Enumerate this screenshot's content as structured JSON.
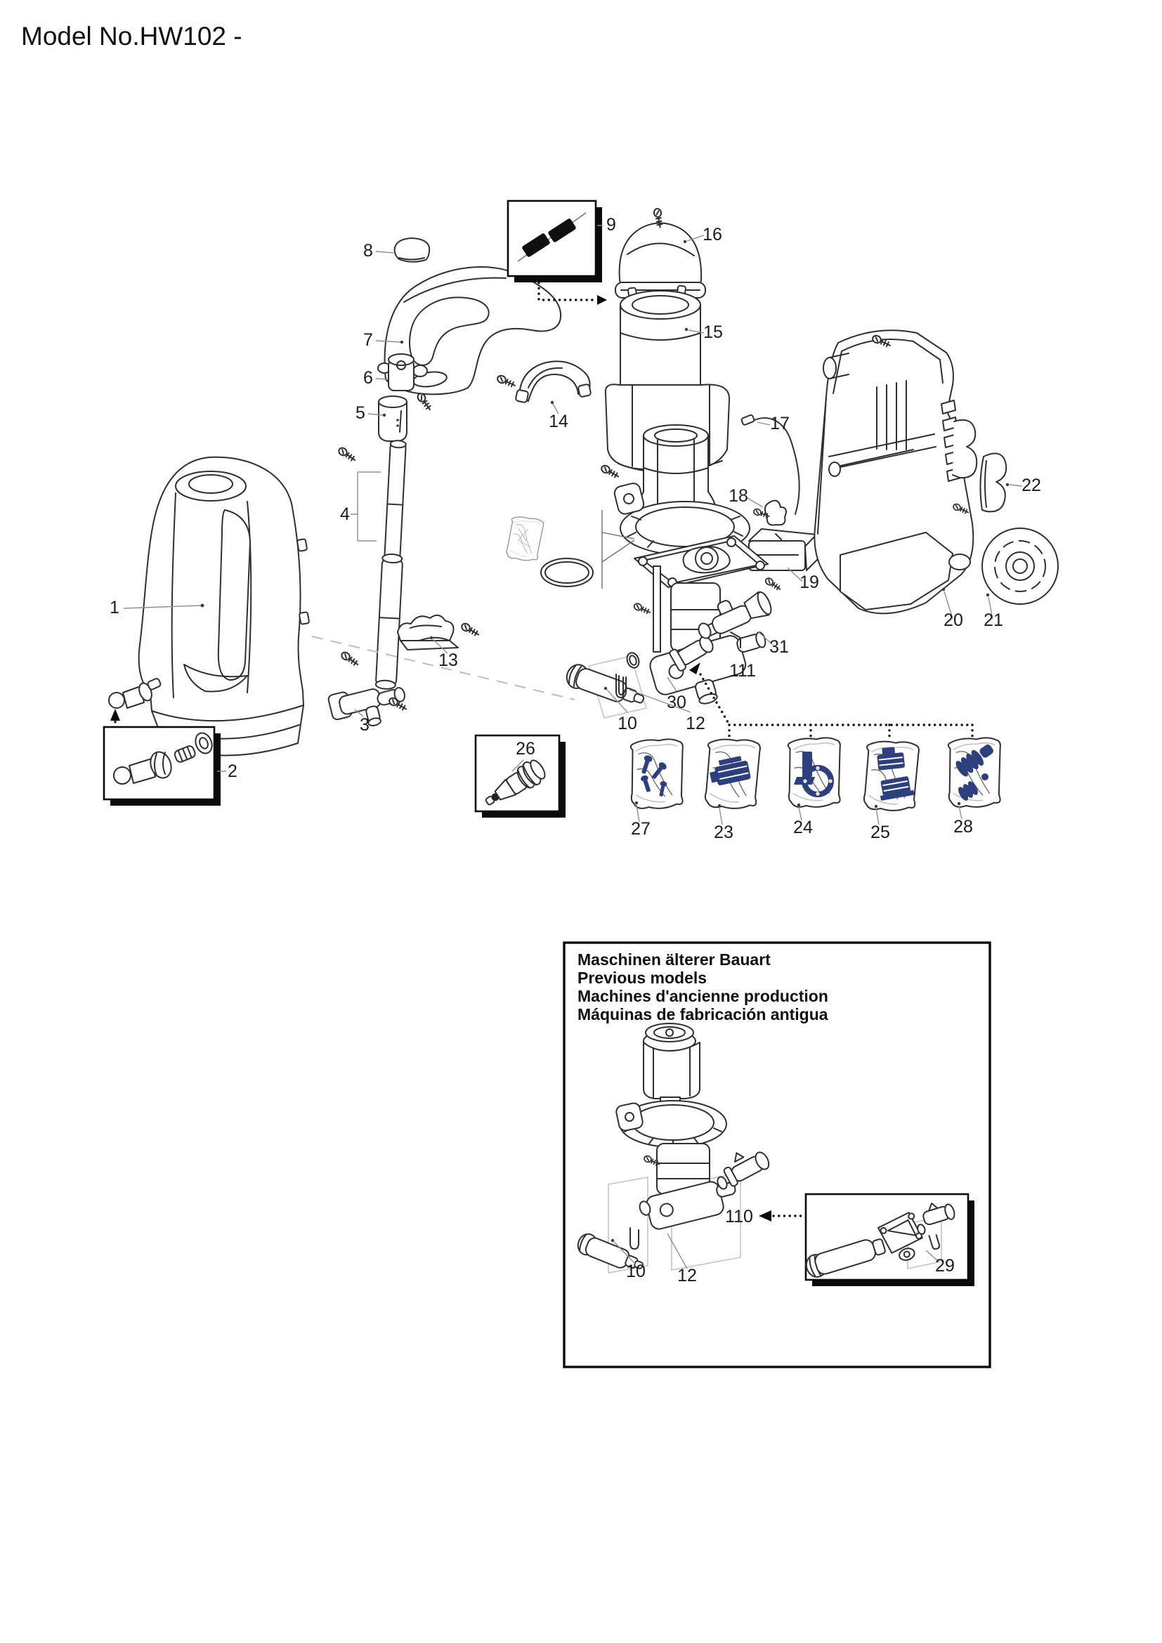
{
  "title": "Model No.HW102 -",
  "colors": {
    "line": "#2f2f2f",
    "bag_content_blue": "#2e3f7e",
    "leader_gray": "#8f8f8f",
    "background": "#ffffff"
  },
  "labels": {
    "p1": "1",
    "p2": "2",
    "p3": "3",
    "p4": "4",
    "p5": "5",
    "p6": "6",
    "p7": "7",
    "p8": "8",
    "p9": "9",
    "p10": "10",
    "p12": "12",
    "p13": "13",
    "p14": "14",
    "p15": "15",
    "p16": "16",
    "p17": "17",
    "p18": "18",
    "p19": "19",
    "p20": "20",
    "p21": "21",
    "p22": "22",
    "p23": "23",
    "p24": "24",
    "p25": "25",
    "p26": "26",
    "p27": "27",
    "p28": "28",
    "p29": "29",
    "p30": "30",
    "p31": "31",
    "p110": "110",
    "p111": "111"
  },
  "previous_models_box": {
    "lines": [
      "Maschinen älterer Bauart",
      "Previous models",
      "Machines d'ancienne production",
      "Máquinas de fabricación antigua"
    ]
  }
}
